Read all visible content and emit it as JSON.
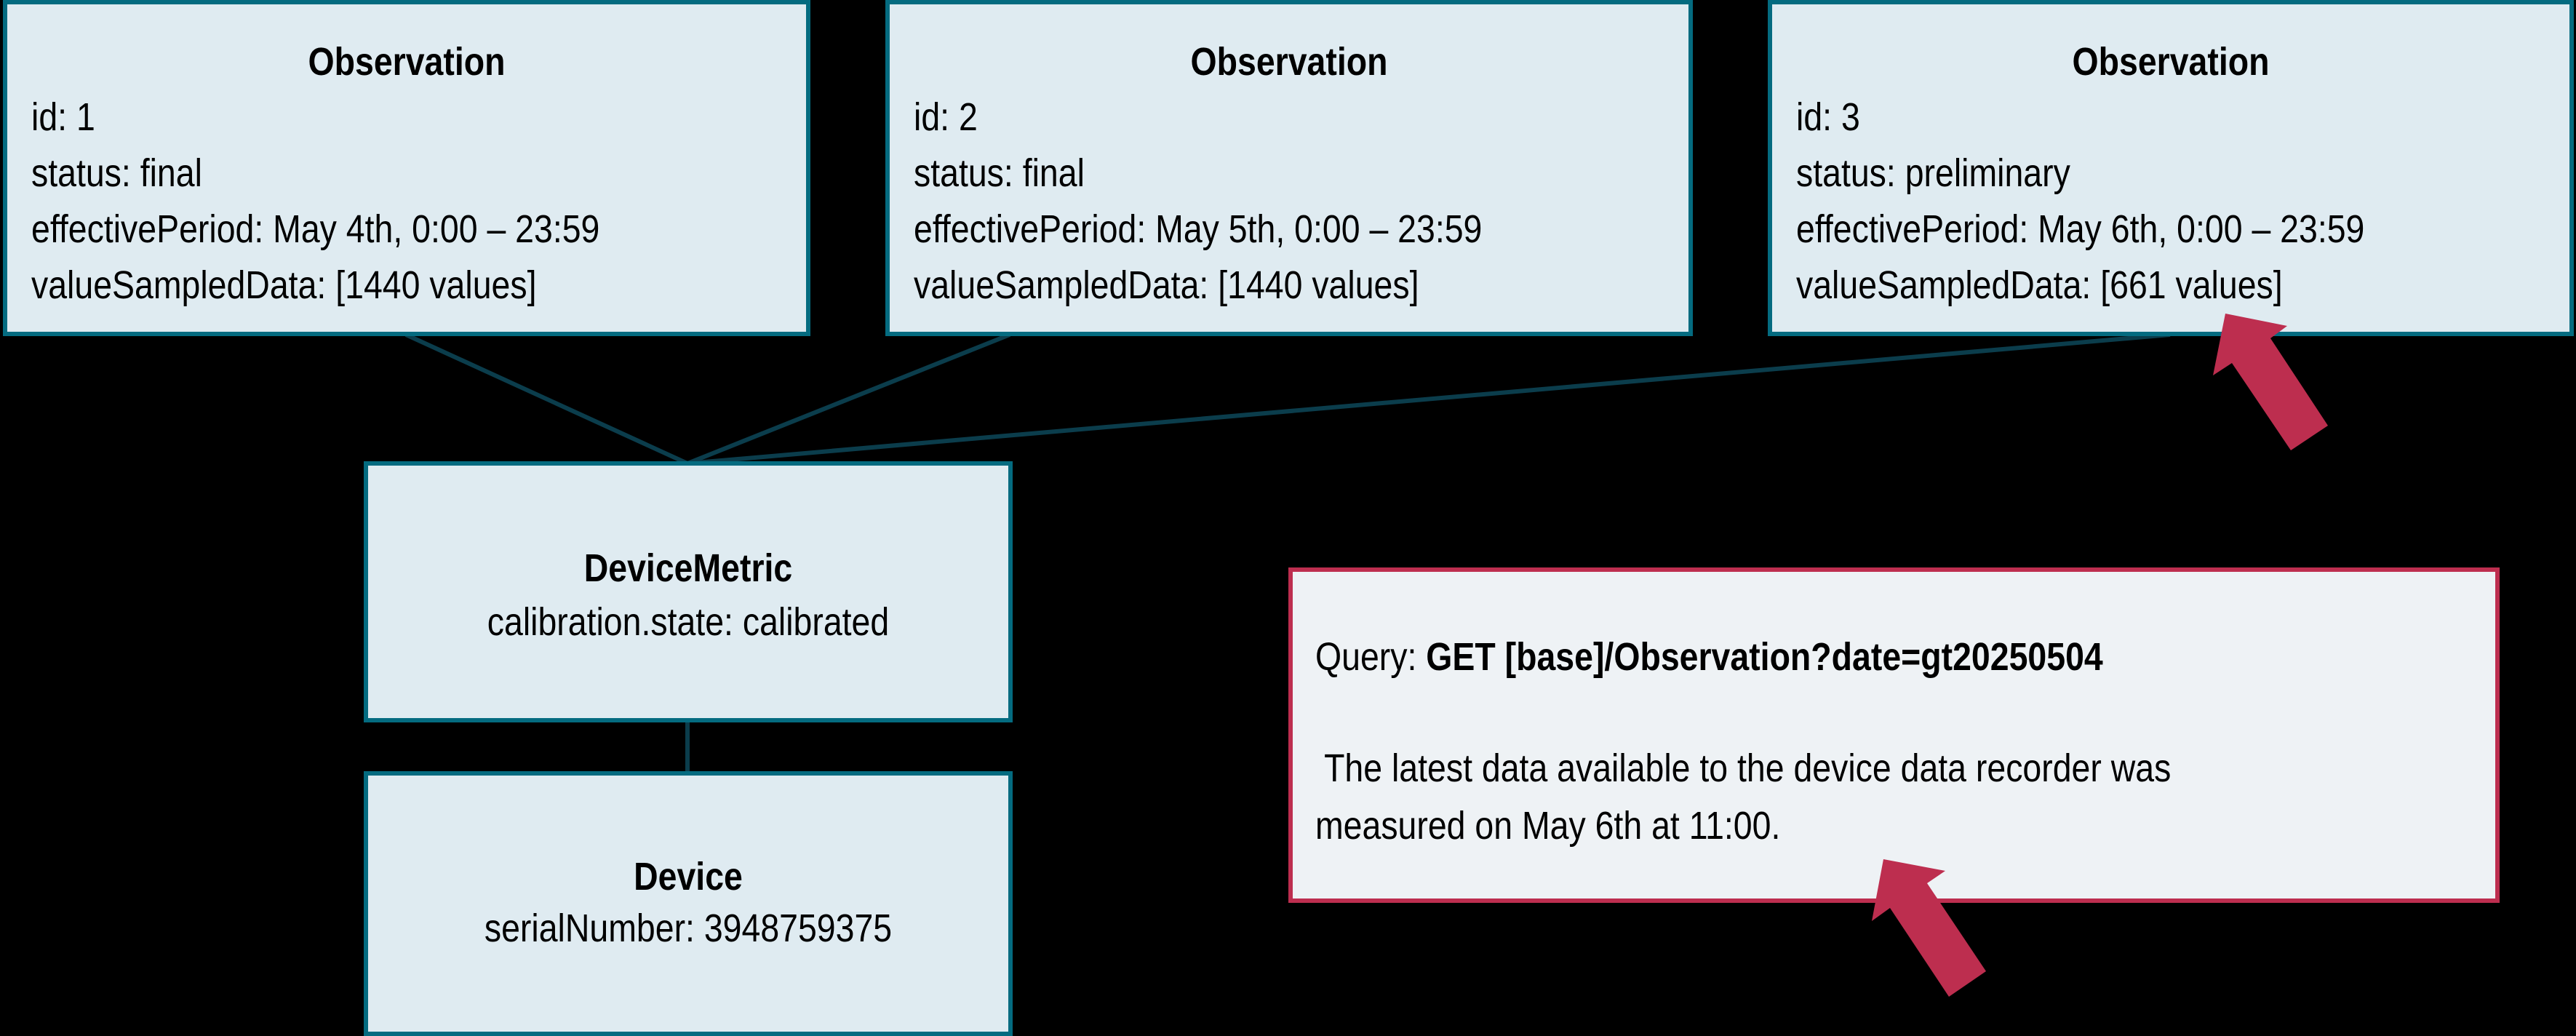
{
  "colors": {
    "background": "#000000",
    "box_fill": "#dfebf1",
    "box_border": "#046b80",
    "connector": "#0b3d4c",
    "query_fill": "#eef2f5",
    "accent": "#bd2e4f"
  },
  "observations": [
    {
      "title": "Observation",
      "id": "id: 1",
      "status": "status: final",
      "effectivePeriod": "effectivePeriod: May 4th, 0:00 – 23:59",
      "valueSampledData": "valueSampledData: [1440 values]"
    },
    {
      "title": "Observation",
      "id": "id: 2",
      "status": "status: final",
      "effectivePeriod": "effectivePeriod: May 5th, 0:00 – 23:59",
      "valueSampledData": "valueSampledData: [1440 values]"
    },
    {
      "title": "Observation",
      "id": "id: 3",
      "status": "status: preliminary",
      "effectivePeriod": "effectivePeriod: May 6th, 0:00 – 23:59",
      "valueSampledData": "valueSampledData: [661 values]"
    }
  ],
  "device_metric": {
    "title": "DeviceMetric",
    "calibration": "calibration.state: calibrated"
  },
  "device": {
    "title": "Device",
    "serial": "serialNumber: 3948759375"
  },
  "query_note": {
    "label": "Query: ",
    "query": "GET [base]/Observation?date=gt20250504",
    "note_line1": " The latest data available to the device data recorder was",
    "note_line2": "measured on May 6th at 11:00."
  },
  "annotations": {
    "arrow_1_target": "valueSampledData of Observation id 3",
    "arrow_2_target": "query note text"
  }
}
